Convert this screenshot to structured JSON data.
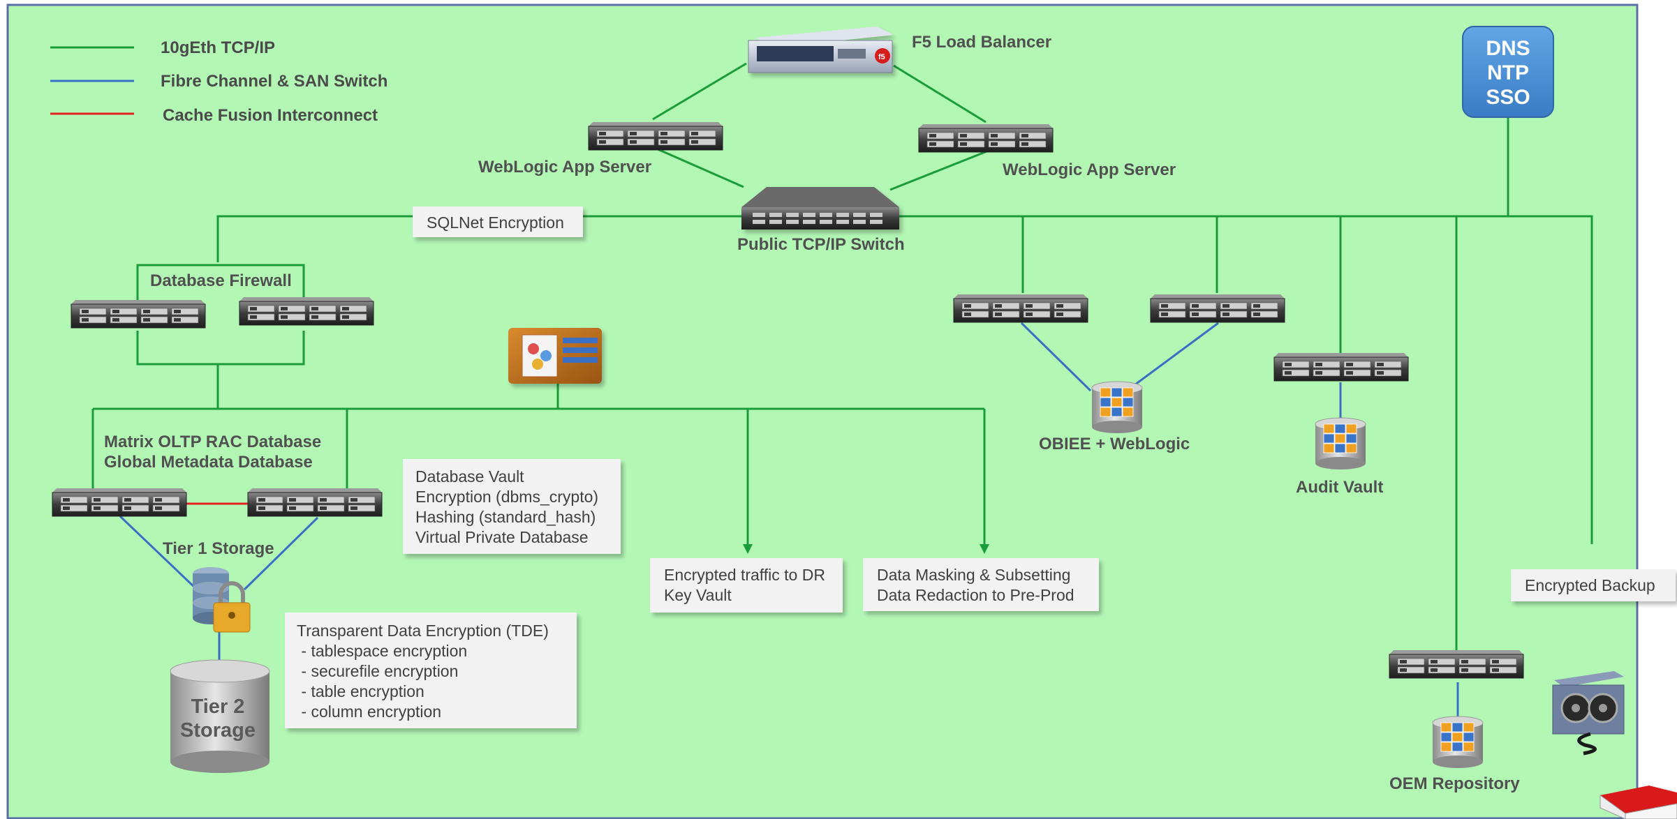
{
  "legend": [
    {
      "label": "10gEth TCP/IP",
      "color": "#1a9c3a"
    },
    {
      "label": "Fibre Channel & SAN Switch",
      "color": "#3a6fc4"
    },
    {
      "label": "Cache Fusion Interconnect",
      "color": "#e02020"
    }
  ],
  "colors": {
    "background": "#b3f7b5",
    "border": "#5a6ea8",
    "tcp_line": "#1a9c3a",
    "fibre_line": "#3a6fc4",
    "interconnect_line": "#e02020",
    "dns_box": "#4a8fd4"
  },
  "labels": {
    "f5": "F5 Load Balancer",
    "weblogic_left": "WebLogic App Server",
    "weblogic_right": "WebLogic App Server",
    "public_switch": "Public TCP/IP Switch",
    "db_firewall": "Database Firewall",
    "rac_line1": "Matrix OLTP RAC Database",
    "rac_line2": "Global Metadata Database",
    "tier1": "Tier 1 Storage",
    "tier2_line1": "Tier 2",
    "tier2_line2": "Storage",
    "obiee": "OBIEE + WebLogic",
    "audit_vault": "Audit Vault",
    "oem": "OEM Repository"
  },
  "dns_box": [
    "DNS",
    "NTP",
    "SSO"
  ],
  "boxes": {
    "sqlnet": [
      "SQLNet Encryption"
    ],
    "vault": [
      "Database Vault",
      "Encryption (dbms_crypto)",
      "Hashing (standard_hash)",
      "Virtual Private Database"
    ],
    "tde": [
      "Transparent Data Encryption (TDE)",
      " - tablespace encryption",
      " - securefile encryption",
      " - table encryption",
      " - column encryption"
    ],
    "dr": [
      "Encrypted traffic to DR",
      "Key Vault"
    ],
    "masking": [
      "Data Masking & Subsetting",
      "Data Redaction to Pre-Prod"
    ],
    "backup": [
      "Encrypted Backup"
    ]
  }
}
